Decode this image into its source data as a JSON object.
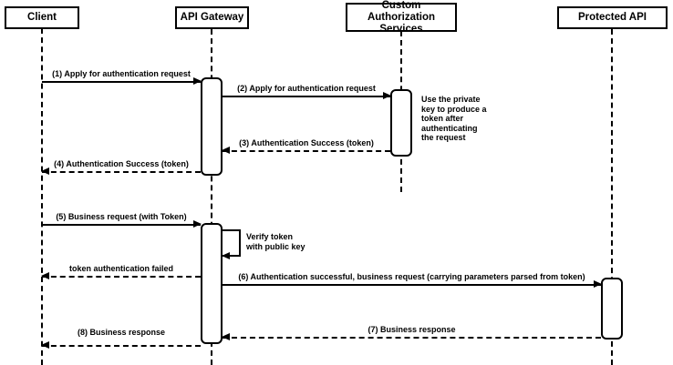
{
  "colors": {
    "background": "#ffffff",
    "line": "#000000",
    "text": "#000000"
  },
  "participants": [
    {
      "name": "Client"
    },
    {
      "name": "API Gateway"
    },
    {
      "name": "Custom Authorization Services"
    },
    {
      "name": "Protected API"
    }
  ],
  "messages": [
    {
      "label": "(1) Apply for authentication request",
      "from": "Client",
      "to": "API Gateway",
      "line": "solid"
    },
    {
      "label": "(2) Apply for authentication request",
      "from": "API Gateway",
      "to": "Custom Authorization Services",
      "line": "solid"
    },
    {
      "label": "(3) Authentication Success (token)",
      "from": "Custom Authorization Services",
      "to": "API Gateway",
      "line": "dashed"
    },
    {
      "label": "(4) Authentication Success (token)",
      "from": "API Gateway",
      "to": "Client",
      "line": "dashed"
    },
    {
      "label": "(5) Business request (with Token)",
      "from": "Client",
      "to": "API Gateway",
      "line": "solid"
    },
    {
      "label": "Verify token\nwith public key",
      "from": "API Gateway",
      "to": "API Gateway",
      "line": "solid",
      "self_message": true
    },
    {
      "label": "token authentication failed",
      "from": "API Gateway",
      "to": "Client",
      "line": "dashed"
    },
    {
      "label": "(6) Authentication successful, business request (carrying parameters parsed from token)",
      "from": "API Gateway",
      "to": "Protected API",
      "line": "solid"
    },
    {
      "label": "(7) Business response",
      "from": "Protected API",
      "to": "API Gateway",
      "line": "dashed"
    },
    {
      "label": "(8) Business response",
      "from": "API Gateway",
      "to": "Client",
      "line": "dashed"
    }
  ],
  "notes": [
    {
      "text": "Use the private\nkey to produce a\ntoken after\nauthenticating\nthe request",
      "attached_to": "Custom Authorization Services"
    }
  ]
}
